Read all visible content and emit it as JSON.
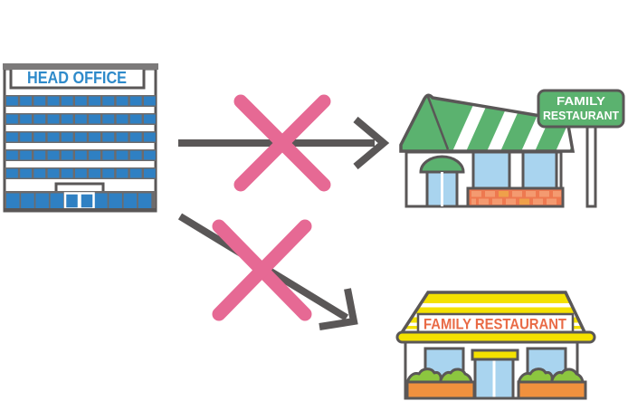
{
  "head_office": {
    "label": "HEAD OFFICE"
  },
  "restaurant_top": {
    "sign_line1": "FAMILY",
    "sign_line2": "RESTAURANT"
  },
  "restaurant_bottom": {
    "sign_label": "FAMILY RESTAURANT"
  },
  "colors": {
    "background": "#ffffff",
    "outline": "#5a5757",
    "arrow": "#5a5757",
    "cross": "#e66994",
    "office_blue": "#2f80c3",
    "office_text": "#2e8aca",
    "mullion": "#6e6b6b",
    "roofbar": "#7c7a7a",
    "green": "#5bb26f",
    "window_blue": "#a9d4ef",
    "brick_base": "#ee7950",
    "brick_light": "#f49a70",
    "brick_accent": "#efa04a",
    "yellow": "#f4e100",
    "orange_text": "#e96a45",
    "planter": "#f0913e",
    "bush": "#8cc63f",
    "white": "#ffffff"
  }
}
